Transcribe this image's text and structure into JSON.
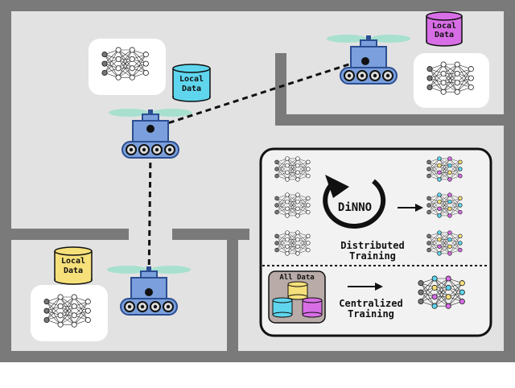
{
  "colors": {
    "floor": "#e2e2e2",
    "wall": "#7a7a7a",
    "robot_body": "#7a9fdc",
    "robot_dark": "#2c4e92",
    "rotor": "#a8e0cf",
    "panel_bg": "#f2f2f2",
    "all_data_bg": "#b8aba8",
    "data_cyan": "#5fd6ee",
    "data_yellow": "#f6e07a",
    "data_magenta": "#d86ee6"
  },
  "robots": {
    "top_right": {
      "data_label_line1": "Local",
      "data_label_line2": "Data",
      "data_color": "#d86ee6"
    },
    "middle": {
      "data_label_line1": "Local",
      "data_label_line2": "Data",
      "data_color": "#5fd6ee"
    },
    "bottom_left": {
      "data_label_line1": "Local",
      "data_label_line2": "Data",
      "data_color": "#f6e07a"
    }
  },
  "panel": {
    "dinno_label": "DiNNO",
    "distributed_line1": "Distributed",
    "distributed_line2": "Training",
    "all_data_label": "All Data",
    "centralized_line1": "Centralized",
    "centralized_line2": "Training"
  },
  "icons": [
    "neural-network-icon",
    "database-icon",
    "robot-icon",
    "cycle-arrow-icon",
    "right-arrow-icon"
  ]
}
